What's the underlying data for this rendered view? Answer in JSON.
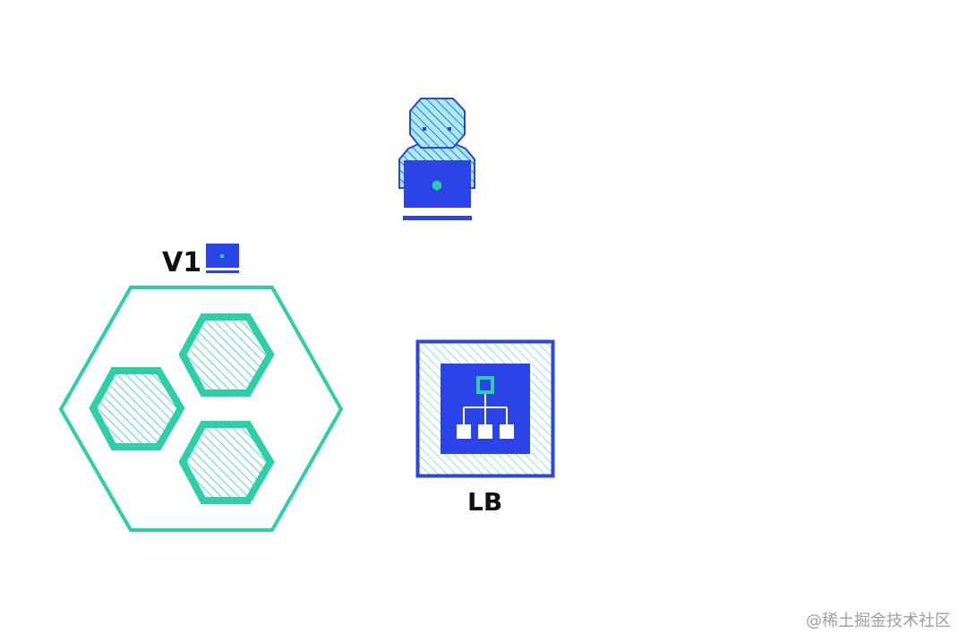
{
  "labels": {
    "version": "V1",
    "load_balancer": "LB"
  },
  "watermark": "@稀土掘金技术社区",
  "colors": {
    "blue": "#2b44e8",
    "teal": "#2ccfa8",
    "light_blue": "#a9ecec",
    "text": "#111111",
    "watermark": "#9aa0a6"
  },
  "icons": {
    "user": "user-with-laptop-icon",
    "service_cluster": "hexagon-cluster-icon",
    "version_badge": "laptop-icon",
    "load_balancer": "network-hierarchy-icon"
  }
}
